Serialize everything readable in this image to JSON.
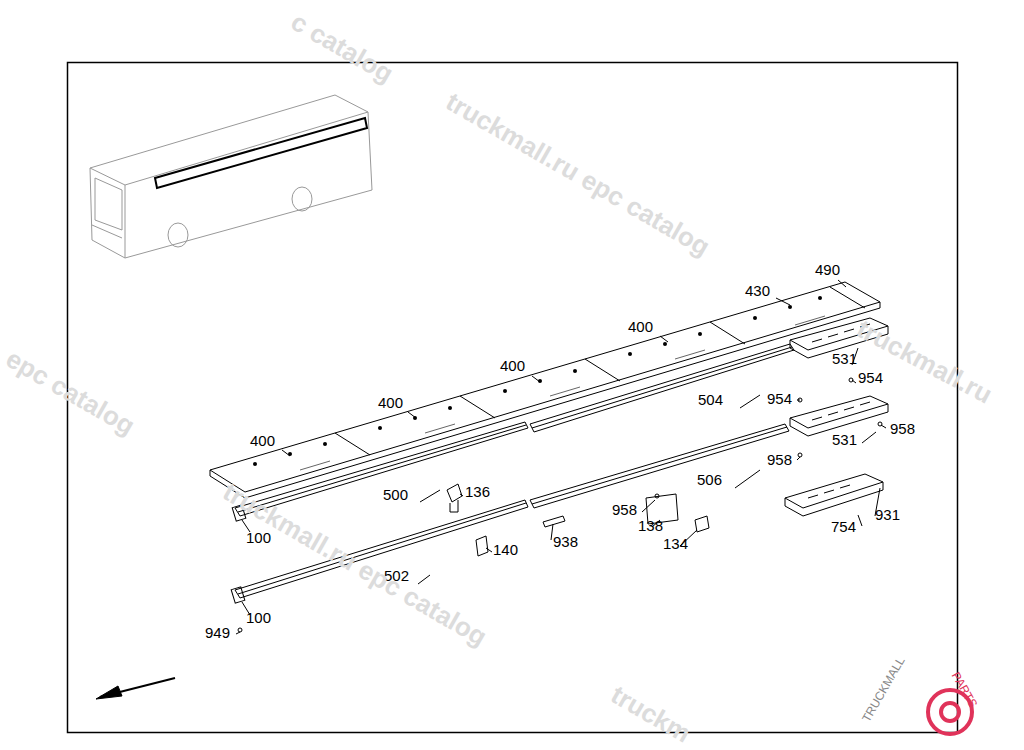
{
  "diagram": {
    "labels": [
      "490",
      "430",
      "400",
      "400",
      "400",
      "400",
      "531",
      "954",
      "954",
      "504",
      "531",
      "958",
      "958",
      "506",
      "136",
      "500",
      "958",
      "938",
      "138",
      "134",
      "140",
      "754",
      "931",
      "100",
      "502",
      "100",
      "949",
      "c catalog",
      "truckmall.ru epc catalog",
      "epc catalog",
      "truckmall.ru",
      "truckmall.ru epc catalog",
      "truckm",
      "TRUCKMALL",
      "PARTS"
    ]
  }
}
